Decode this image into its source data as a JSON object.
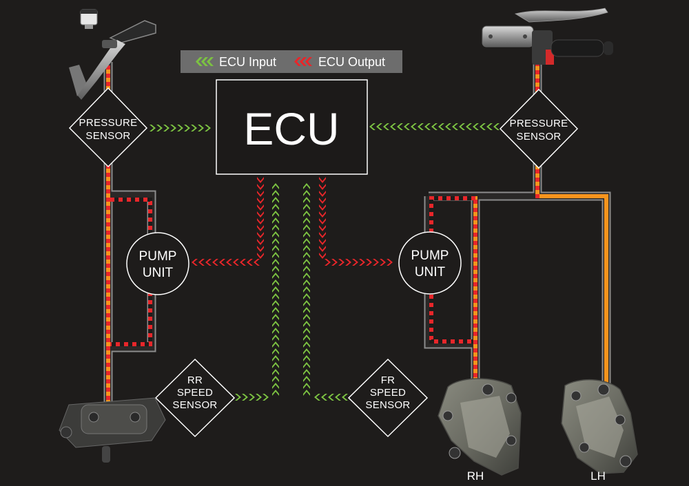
{
  "legend": {
    "input_label": "ECU Input",
    "output_label": "ECU Output"
  },
  "ecu": {
    "label": "ECU"
  },
  "pressure_sensor_left": {
    "line1": "PRESSURE",
    "line2": "SENSOR"
  },
  "pressure_sensor_right": {
    "line1": "PRESSURE",
    "line2": "SENSOR"
  },
  "pump_unit_left": {
    "line1": "PUMP",
    "line2": "UNIT"
  },
  "pump_unit_right": {
    "line1": "PUMP",
    "line2": "UNIT"
  },
  "rr_speed_sensor": {
    "line1": "RR",
    "line2": "SPEED",
    "line3": "SENSOR"
  },
  "fr_speed_sensor": {
    "line1": "FR",
    "line2": "SPEED",
    "line3": "SENSOR"
  },
  "caliper_labels": {
    "right_hand": "RH",
    "left_hand": "LH"
  },
  "colors": {
    "background": "#1e1c1b",
    "input_arrow": "#7cc242",
    "output_arrow": "#e8262a",
    "hydraulic_line": "#f7941d",
    "pipe_outline": "#8c8c8c",
    "legend_bg": "#6d6d6d"
  }
}
